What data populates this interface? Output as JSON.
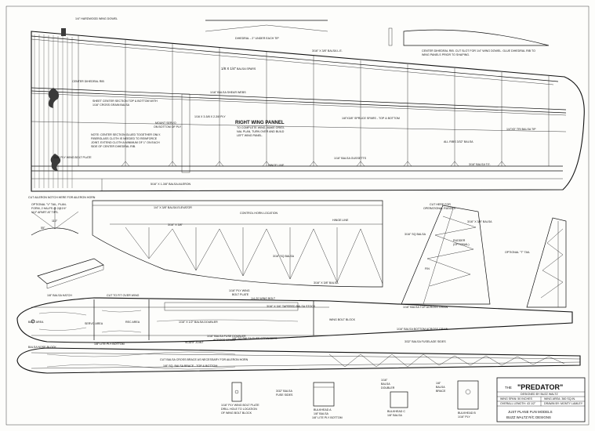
{
  "wing_labels": {
    "hardwood_dowel": "1/4\" HARDWOOD WING DOWEL",
    "dihedral": "DIHEDRAL - 2\" UNDER EACH TIP",
    "dihedral_rib_note_1": "CENTER DIHEDRAL RIB. CUT SLOT FOR 1/4\" WING DOWEL. GLUE DIHEDRAL RIB TO",
    "dihedral_rib_note_2": "WING PANELS PRIOR TO SHAPING.",
    "le": "3/16\" X 3/8\" BALSA L.E.",
    "le_cap": "1/8 X 1/4\"",
    "spars": "BALSA SPARS",
    "center_rib": "CENTER DIHEDRAL RIB",
    "shear_webs": "1/16\" BALSA SHEAR WEBS",
    "sheet_center_1": "SHEET CENTER SECTION TOP & BOTTOM WITH",
    "sheet_center_2": "1/16\" CROSS GRAIN BALSA",
    "ply_brace": "1/16 X 3-5/8 X 2-3/8 PLY",
    "mount_servo_1": "MOUNT SERVO",
    "mount_servo_2": "ON BOTTOM OF PLY",
    "right_wing": "RIGHT WING PANNEL",
    "right_wing_note_1": "TO COMPLETE WING, MAKE ORIGI-",
    "right_wing_note_2": "NAL PLAN, TURN OVER AND BUILD",
    "right_wing_note_3": "LEFT WING PANEL.",
    "spruce_spars": "1/8\"X3/8\" SPRUCE SPARS - TOP & BOTTOM",
    "balsa_tip": "1/4\"X5\" TRI BALSA TIP",
    "ribs": "ALL RIBS 3/32\" BALSA",
    "note_center_1": "NOTE: CENTER SECTION GLUED TOGETHER ONLY.",
    "note_center_2": "FIBERGLASS CLOTH IS NEEDED TO REINFORCE",
    "note_center_3": "JOINT. EXTEND CLOTH A MINIMUM OF 1\" ON EACH",
    "note_center_4": "SIDE OF CENTER DIHEDRAL RIB.",
    "bolt_plate": "1/16\" PLY WING BOLT PLATE",
    "hinge_line": "HINGE LINE",
    "gussets": "1/16\" BALSA GUSSETTS",
    "te": "3/16\" BALSA T.E.",
    "aileron": "5/16\" X 1-3/8\" BALSA AILERON",
    "aileron_horn": "CUT AILERON NOTCH HERE FOR AILERON HORN"
  },
  "tail_labels": {
    "optional_v_1": "OPTIONAL \"V\" TAIL, PLAN-",
    "optional_v_2": "FORM, 2 HALFS @ 2@1½\"",
    "optional_v_3": "110° APART AT TIPS.",
    "angle_110": "110°",
    "angle_55": "55°",
    "elevator": "1/4\" X 3/8\" BALSA ELEVATOR",
    "control_horn": "CONTROL HORN LOCATION",
    "stab_le": "3/16\" X 3/8\"",
    "hinge_line": "HINGE LINE",
    "balsa_sq": "3/16\" SQ BALSA",
    "balsa_strip": "3/16\" X 3/8\" BALSA",
    "cut_here": "CUT HERE FOR",
    "operational": "OPERATIONAL RUDDER",
    "fin_balsa": "3/16\" SQ BALSA",
    "rudder": "RUDDER",
    "optional": "(OPTIONAL)",
    "fin_stock": "3/16\" X 3/8\" BALSA",
    "optional_t": "OPTIONAL \"T\" TAIL",
    "fin": "FIN"
  },
  "fuselage_labels": {
    "hatch": "1/8\" BALSA HATCH",
    "cut_to_fit": "CUT TO FIT OVER WING",
    "bolt_plate": "1/16\" PLY WING",
    "bolt_plate_2": "BOLT PLATE",
    "wing_bolt": "1/4-20 WING BOLT",
    "tapered_stock": "3/16\" X 3/4\" TAPERED BALSA STOCK",
    "top_grain": "1/16\" BALSA TOP ACROSS GRAIN",
    "batt_area": "BATT AREA",
    "servo_area": "SERVO AREA",
    "rec_area": "REC AREA",
    "doubler": "1/16\" X 1/2\" BALSA DOUBLER",
    "scarf": "SCARF JOINT",
    "bolt_block": "WING BOLT BLOCK",
    "bottom_grain": "1/16\" BALSA BOTTOM ACROSS GRAIN",
    "nose_block": "BALSA NOSE BLOCK",
    "lite_ply": "1/8\" LITE PLY BOTTOM",
    "fuse_doubler": "1/16\" BALSA FUSE DOUBLER",
    "fuse_doubler_2": "ACROSS GRAIN",
    "stringers": "1/8\" SQ BALSA FUSE STRINGERS",
    "sides": "3/32\" BALSA FUSELAGE SIDES",
    "cross_brace": "CUT BALSA CROSS BRACE AS NECESSARY FOR AILERON HORN",
    "sq_brace": "1/8\" SQ. BALSA BRACE - TOP & BOTTOM"
  },
  "bulkhead_labels": {
    "bolt_plate_1": "1/16\" PLY WING BOLT PLATE",
    "bolt_plate_2": "DRILL HOLE TO LOCATION",
    "bolt_plate_3": "OF WING BOLT BLOCK",
    "fuse_sides_1": "3/32\" BALSA",
    "fuse_sides_2": "FUSE SIDES",
    "bulkhead_a_1": "BULKHEAD A",
    "bulkhead_a_2": "1/8\" BALSA",
    "lite_ply": "1/8\" LITE PLY BOTTOM",
    "balsa_doubler_1": "1/16\"",
    "balsa_doubler_2": "BALSA",
    "balsa_doubler_3": "DOUBLER",
    "bulkhead_c_1": "BULKHEAD C",
    "bulkhead_c_2": "1/8\" BALSA",
    "balsa_brace_1": "1/8\"",
    "balsa_brace_2": "BALSA",
    "balsa_brace_3": "BRACE",
    "bulkhead_b_1": "BULKHEAD B",
    "bulkhead_b_2": "1/16\" PLY"
  },
  "title_block": {
    "the": "THE",
    "name": "\"PREDATOR\"",
    "designed_by": "DESIGNED BY BUZZ WALTZ",
    "wing_span": "WING SPAN: 50 INCHES",
    "wing_area": "WING AREA: 360 SQ.IN.",
    "overall_length": "OVERALL LENGTH: 43 1/2\"",
    "drawn_by": "DRAWN BY: MONTY LAMLEY",
    "company_1": "JUST PLANE FUN MODELS",
    "company_2": "BUZZ WALTZ R/C DESIGNS"
  }
}
